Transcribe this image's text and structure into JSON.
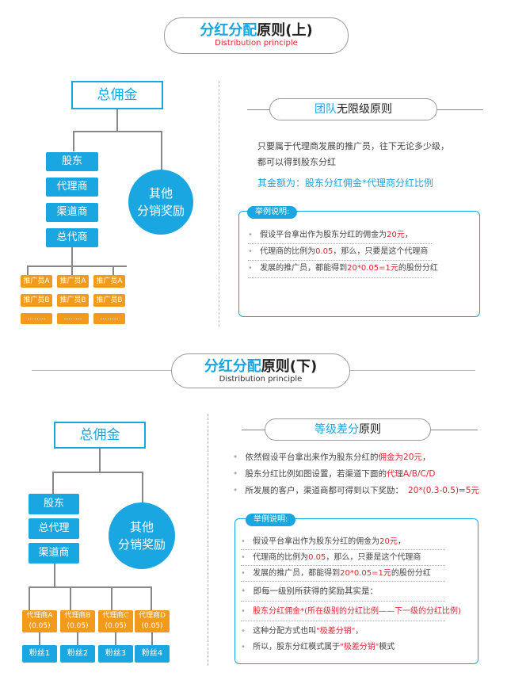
{
  "top": {
    "title_blue": "分红分配",
    "title_rest": "原则(上)",
    "subtitle": "Distribution principle",
    "root": "总佣金",
    "levels": [
      "股东",
      "代理商",
      "渠道商",
      "总代商"
    ],
    "circle": [
      "其他",
      "分销奖励"
    ],
    "leaves": [
      [
        "推广员A",
        "推广员A",
        "推广员A"
      ],
      [
        "推广员B",
        "推广员B",
        "推广员B"
      ],
      [
        "........",
        "........",
        "........"
      ]
    ],
    "rule_title_blue": "团队",
    "rule_title_rest": "无限级原则",
    "desc1": "只要属于代理商发展的推广员，往下无论多少级，",
    "desc2": "都可以得到股东分红",
    "formula": "其金额为：股东分红佣金*代理商分红比例",
    "example_tag": "举例说明:",
    "ex1_a": "假设平台拿出作为股东分红的佣金为",
    "ex1_b": "20元",
    "ex1_c": "，",
    "ex2_a": "代理商的比例为",
    "ex2_b": "0.05",
    "ex2_c": "，那么，只要是这个代理商",
    "ex3_a": "发展的推广员，都能得到",
    "ex3_b": "20*0.05=1元",
    "ex3_c": "的股份分红"
  },
  "bottom": {
    "title_blue": "分红分配",
    "title_rest": "原则(下)",
    "subtitle": "Distribution principle",
    "root": "总佣金",
    "levels": [
      "股东",
      "总代理",
      "渠道商"
    ],
    "circle": [
      "其他",
      "分销奖励"
    ],
    "agents": [
      {
        "name": "代理商A",
        "ratio": "(0.05)"
      },
      {
        "name": "代理商B",
        "ratio": "(0.05)"
      },
      {
        "name": "代理商C",
        "ratio": "(0.05)"
      },
      {
        "name": "代理商D",
        "ratio": "(0.05)"
      }
    ],
    "fans": [
      "粉丝1",
      "粉丝2",
      "粉丝3",
      "粉丝4"
    ],
    "rule_title_blue": "等级差分",
    "rule_title_rest": "原则",
    "b1_a": "依然假设平台拿出来作为股东分红的",
    "b1_b": "佣金为20元",
    "b1_c": "，",
    "b2_a": "股东分红比例如图设置，若渠道下面的",
    "b2_b": "代理A/B/C/D",
    "b3_a": "所发展的客户，渠道商都可得到以下奖励：",
    "b3_b": "20*(0.3-0.5)=5元",
    "example_tag": "举例说明:",
    "ex1_a": "假设平台拿出作为股东分红的佣金为",
    "ex1_b": "20元",
    "ex1_c": "，",
    "ex2_a": "代理商的比例为",
    "ex2_b": "0.05",
    "ex2_c": "，那么，只要是这个代理商",
    "ex3_a": "发展的推广员，都能得到",
    "ex3_b": "20*0.05=1元",
    "ex3_c": "的股份分红",
    "ex4": "即每一级别所获得的奖励其实是：",
    "ex5": "股东分红佣金*(所在级别的分红比例——下一级的分红比例)",
    "ex6_a": "这种分配方式也叫",
    "ex6_b": "\"极差分销\"",
    "ex6_c": "，",
    "ex7_a": "所以，股东分红模式属于",
    "ex7_b": "\"极差分销\"",
    "ex7_c": "模式"
  }
}
